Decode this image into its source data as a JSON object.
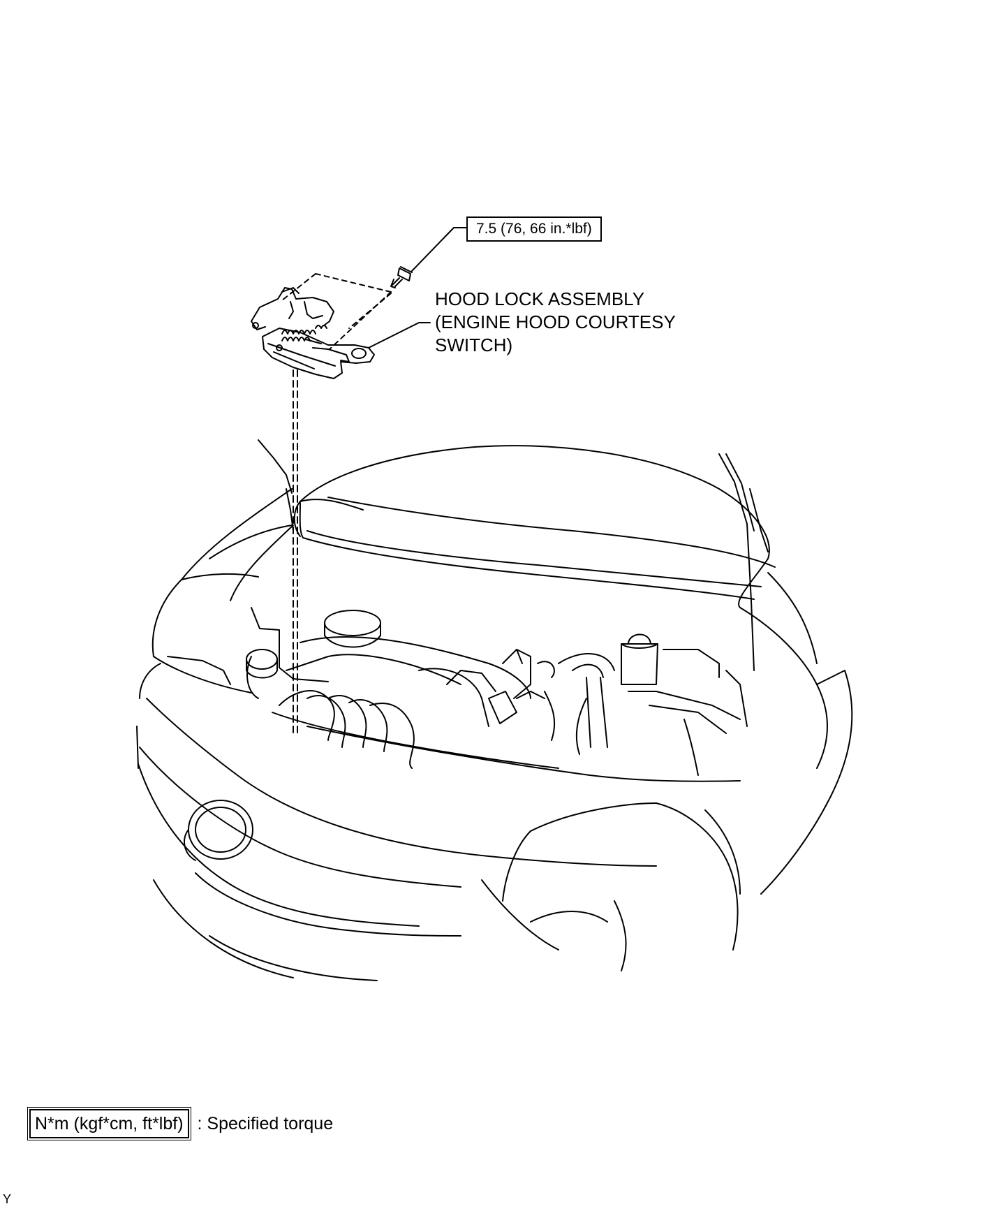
{
  "diagram": {
    "torque_callout": "7.5 (76, 66 in.*lbf)",
    "part_label_lines": [
      "HOOD LOCK ASSEMBLY",
      "(ENGINE HOOD COURTESY",
      "SWITCH)"
    ]
  },
  "legend": {
    "symbol": "N*m (kgf*cm, ft*lbf)",
    "description": ": Specified torque"
  },
  "illustration_code": "Y",
  "icons": [
    "bolt-icon",
    "hood-lock-icon",
    "vehicle-front-illustration"
  ]
}
